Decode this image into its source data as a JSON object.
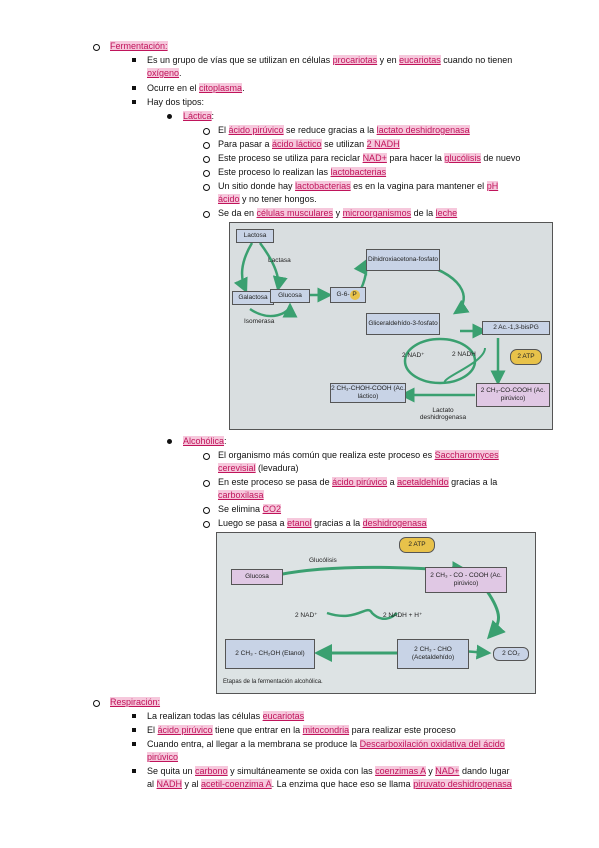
{
  "ferm": {
    "title": "Fermentación:",
    "p1a": "Es un grupo de vías que se utilizan en células ",
    "p1b": "procariotas",
    "p1c": " y en ",
    "p1d": "eucariotas",
    "p1e": " cuando no tienen",
    "p1f": "oxígeno",
    "p1g": ".",
    "p2a": "Ocurre en el ",
    "p2b": "citoplasma",
    "p2c": ".",
    "p3": "Hay dos tipos:",
    "lact": {
      "title": "Láctica",
      "colon": ":",
      "i1a": "El ",
      "i1b": "ácido pirúvico",
      "i1c": " se reduce gracias a la ",
      "i1d": "lactato deshidrogenasa",
      "i2a": "Para pasar a ",
      "i2b": "ácido láctico",
      "i2c": " se utilizan ",
      "i2d": "2 NADH",
      "i3a": "Este proceso se utiliza para reciclar ",
      "i3b": "NAD+",
      "i3c": " para hacer la ",
      "i3d": "glucólisis",
      "i3e": " de nuevo",
      "i4a": "Este proceso lo realizan las ",
      "i4b": "lactobacterias",
      "i5a": "Un sitio donde hay ",
      "i5b": "lactobacterias",
      "i5c": " es en la vagina para mantener el ",
      "i5d": "pH",
      "i5e": "ácido",
      "i5f": " y no tener hongos.",
      "i6a": "Se da en ",
      "i6b": "células musculares",
      "i6c": " y ",
      "i6d": "microorganismos",
      "i6e": " de la ",
      "i6f": "leche"
    },
    "fig1": {
      "lactosa": "Lactosa",
      "lactasa": "Lactasa",
      "galactosa": "Galactosa",
      "glucosa": "Glucosa",
      "isomerasa": "Isomerasa",
      "g6p": "G-6-",
      "p": "P",
      "dhap": "Dihidroxiacetona-fosfato",
      "g3p": "Gliceraldehído-3-fosfato",
      "bpg": "2 Ac.-1,3-bisPG",
      "atp": "2 ATP",
      "nad": "2 NAD⁺",
      "nadh": "2 NADH",
      "lactico": "2 CH₃-CHOH-COOH (Ac. láctico)",
      "piruvico": "2 CH₃-CO-COOH (Ac. pirúvico)",
      "ldh": "Lactato deshidrogenasa"
    },
    "alc": {
      "title": "Alcohólica",
      "colon": ":",
      "i1a": "El organismo más común que realiza este proceso es ",
      "i1b": "Saccharomyces",
      "i1c": "cerevisial",
      "i1d": " (levadura)",
      "i2a": "En este proceso se pasa de ",
      "i2b": "ácido pirúvico",
      "i2c": " a ",
      "i2d": "acetaldehído",
      "i2e": " gracias a la",
      "i2f": "carboxilasa",
      "i3a": "Se elimina ",
      "i3b": "CO2",
      "i4a": "Luego se pasa a ",
      "i4b": "etanol",
      "i4c": " gracias a la ",
      "i4d": "deshidrogenasa"
    },
    "fig2": {
      "atp": "2 ATP",
      "glucolisis": "Glucólisis",
      "glucosa": "Glucosa",
      "piruvico": "2 CH₃ - CO - COOH (Ac. pirúvico)",
      "nad": "2 NAD⁺",
      "nadh": "2 NADH + H⁺",
      "etanol": "2 CH₃ - CH₂OH (Etanol)",
      "acet": "2 CH₃ - CHO (Acetaldehído)",
      "co2": "2 CO₂",
      "caption": "Etapas de la fermentación alcohólica."
    }
  },
  "resp": {
    "title": "Respiración:",
    "i1a": "La realizan todas las células ",
    "i1b": "eucariotas",
    "i2a": "El ",
    "i2b": "ácido pirúvico",
    "i2c": " tiene que entrar en la ",
    "i2d": "mitocondria",
    "i2e": " para realizar este proceso",
    "i3a": "Cuando entra, al llegar a la membrana se produce la ",
    "i3b": "Descarboxilación oxidativa del ácido",
    "i3c": "pirúvico",
    "i4a": "Se quita un ",
    "i4b": "carbono",
    "i4c": " y simultáneamente se oxida con las ",
    "i4d": "coenzimas A",
    "i4e": " y ",
    "i4f": "NAD+",
    "i4g": " dando lugar",
    "i4h": "al ",
    "i4i": "NADH",
    "i4j": " y al ",
    "i4k": "acetil-coenzima A",
    "i4l": ". La enzima que hace eso se llama ",
    "i4m": "piruvato deshidrogenasa"
  }
}
